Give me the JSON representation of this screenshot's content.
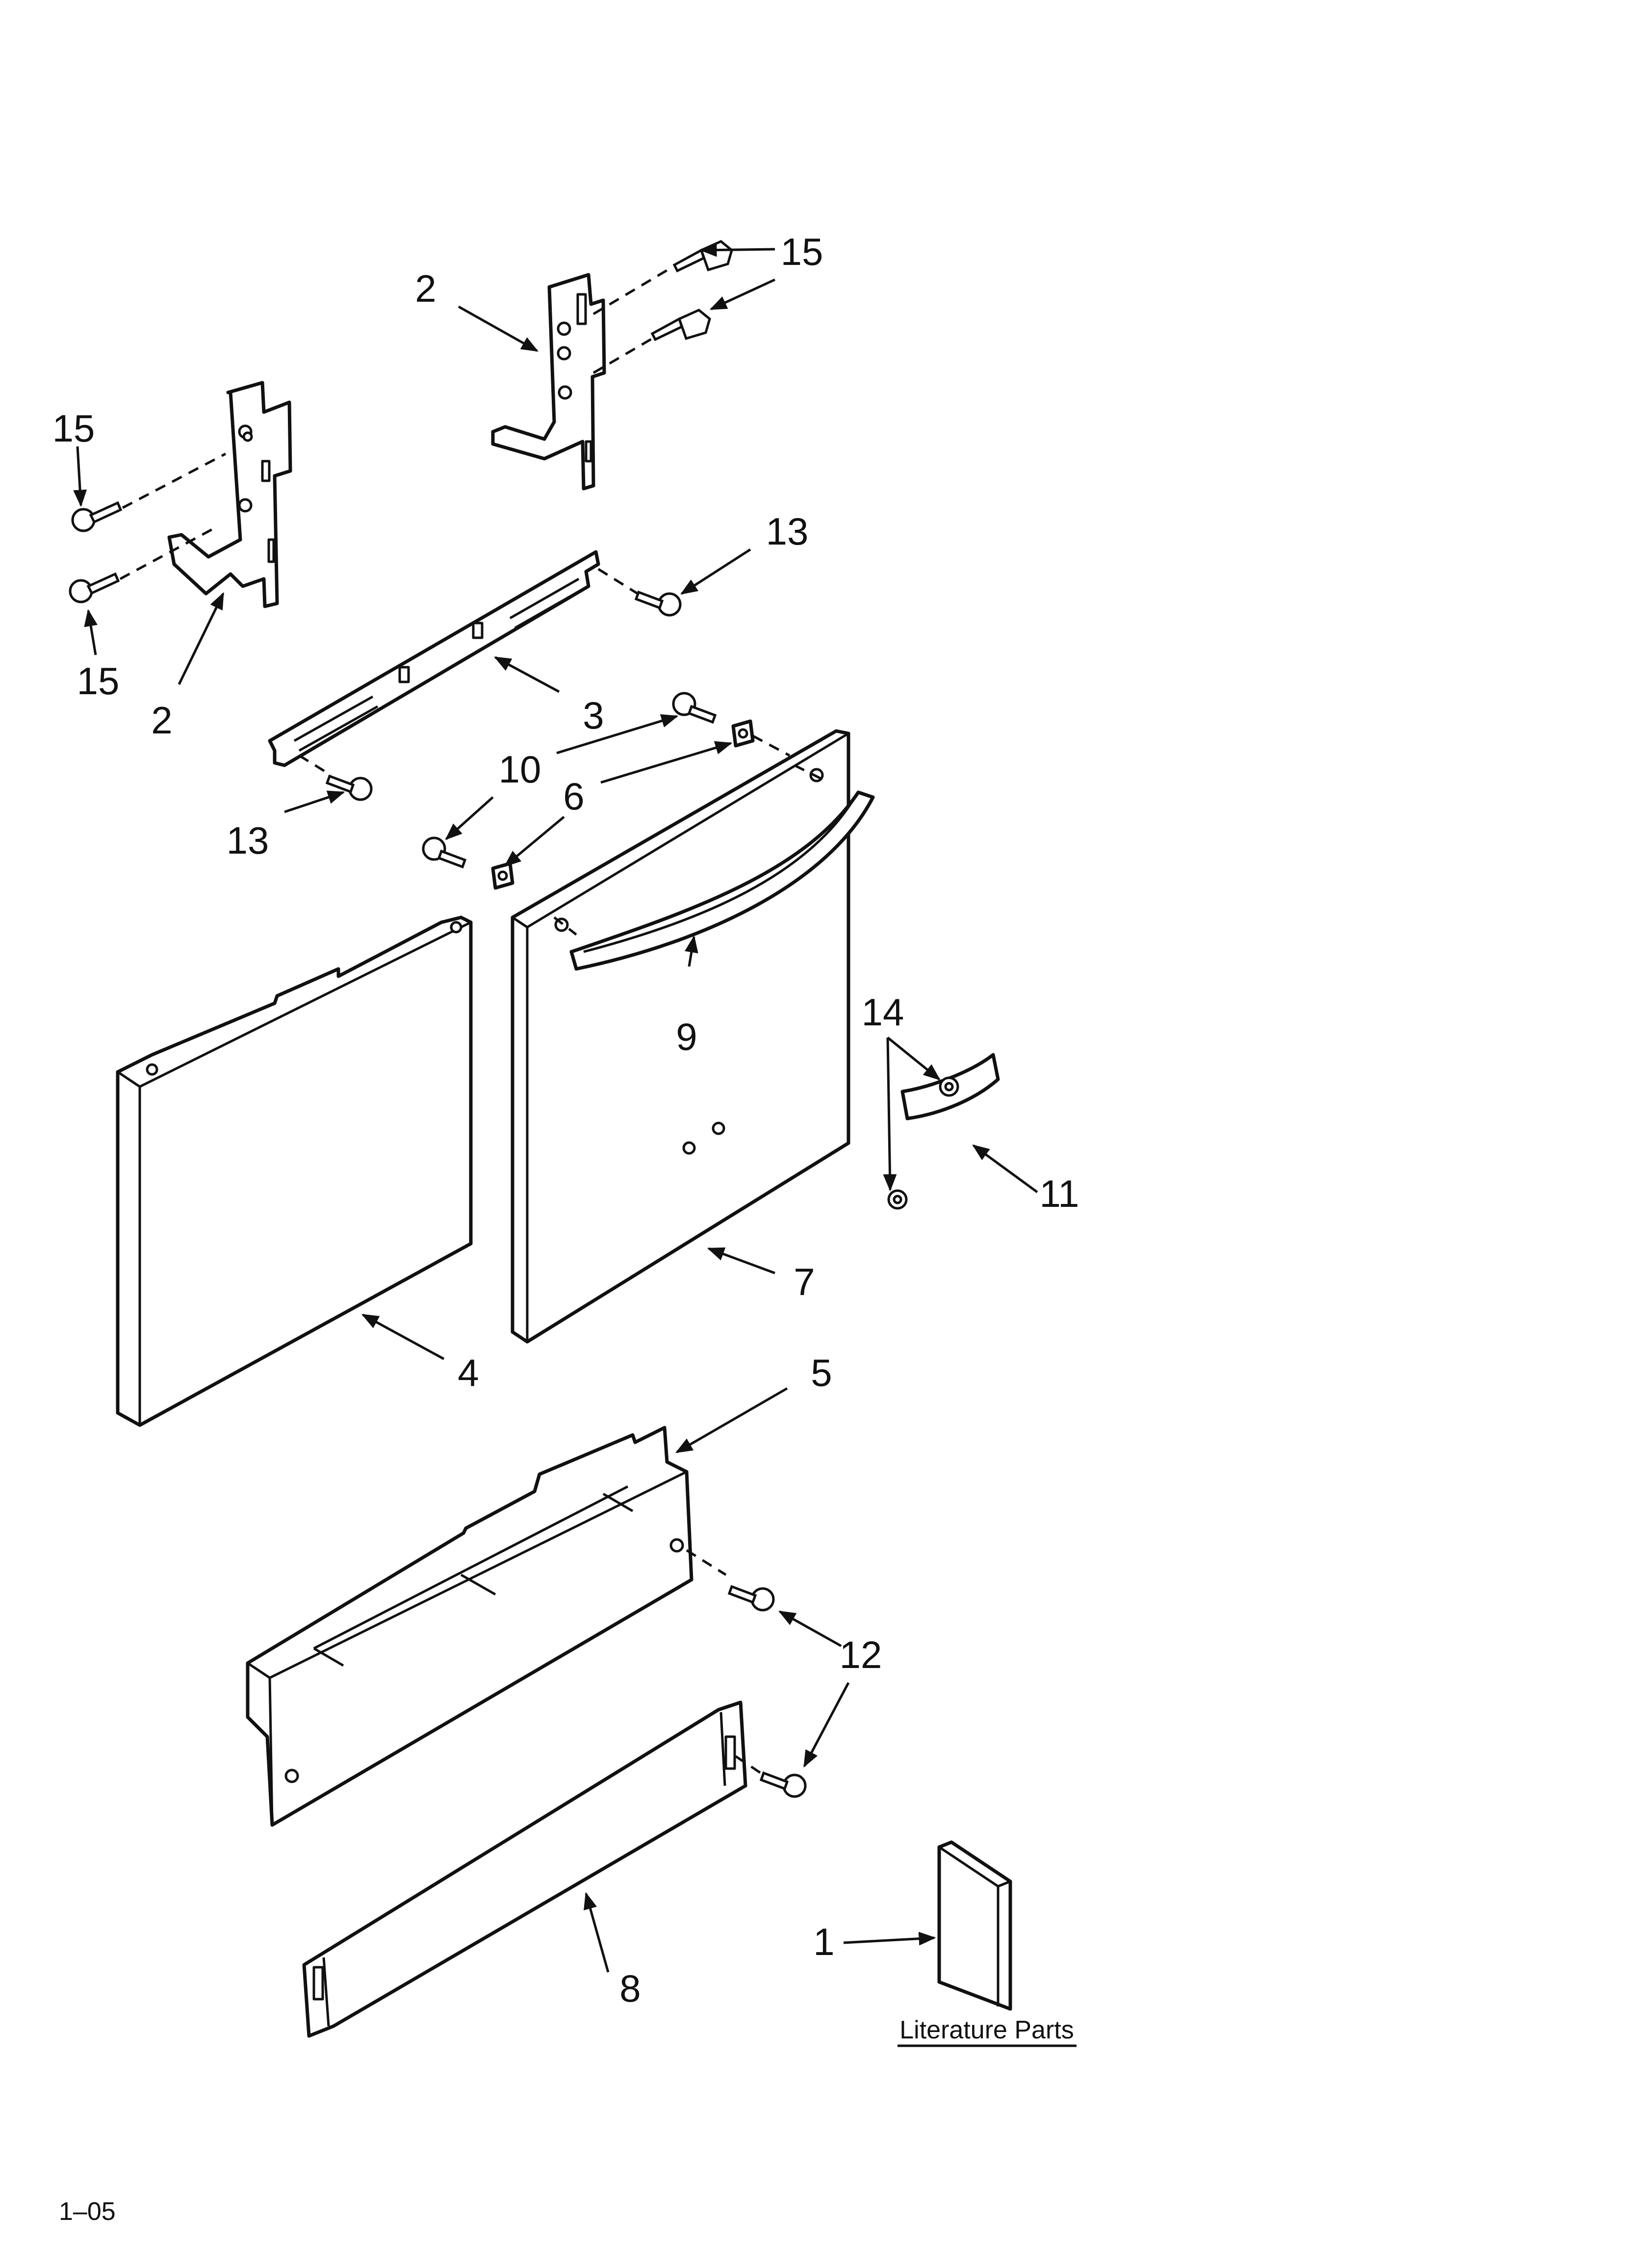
{
  "callouts": [
    {
      "id": "c15a",
      "text": "15"
    },
    {
      "id": "c2a",
      "text": "2"
    },
    {
      "id": "c15b",
      "text": "15"
    },
    {
      "id": "c15c",
      "text": "15"
    },
    {
      "id": "c2b",
      "text": "2"
    },
    {
      "id": "c13a",
      "text": "13"
    },
    {
      "id": "c3",
      "text": "3"
    },
    {
      "id": "c10",
      "text": "10"
    },
    {
      "id": "c6",
      "text": "6"
    },
    {
      "id": "c13b",
      "text": "13"
    },
    {
      "id": "c9",
      "text": "9"
    },
    {
      "id": "c14",
      "text": "14"
    },
    {
      "id": "c11",
      "text": "11"
    },
    {
      "id": "c7",
      "text": "7"
    },
    {
      "id": "c4",
      "text": "4"
    },
    {
      "id": "c5",
      "text": "5"
    },
    {
      "id": "c12",
      "text": "12"
    },
    {
      "id": "c1",
      "text": "1"
    },
    {
      "id": "c8",
      "text": "8"
    }
  ],
  "literature_label": "Literature Parts",
  "page_code": "1–05"
}
